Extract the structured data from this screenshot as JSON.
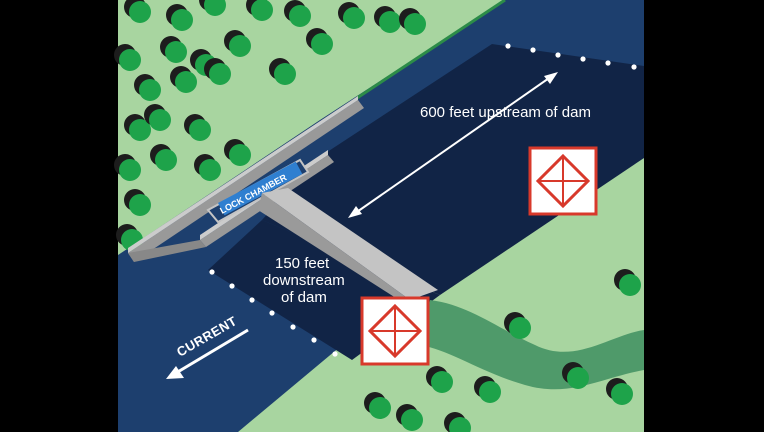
{
  "labels": {
    "lock_chamber": "LOCK CHAMBER",
    "upstream": "600 feet upstream of dam",
    "downstream_line1": "150 feet",
    "downstream_line2": "downstream",
    "downstream_line3": "of dam",
    "current": "CURRENT"
  },
  "colors": {
    "background": "#000000",
    "land": "#a8d5a0",
    "water": "#1d3f6e",
    "restricted_zone": "#112446",
    "tree_shadow": "#1d1d1d",
    "tree": "#1ea34a",
    "dam_concrete": "#c4c4c4",
    "lock_wall": "#999999",
    "marker_border": "#d8392b",
    "buoy_dots": "#ffffff",
    "creek": "#4f9a6a"
  },
  "icons": {
    "buoy_marker": "restricted-area-diamond-icon",
    "arrow": "double-headed-arrow-icon",
    "current_arrow": "current-direction-arrow-icon"
  }
}
